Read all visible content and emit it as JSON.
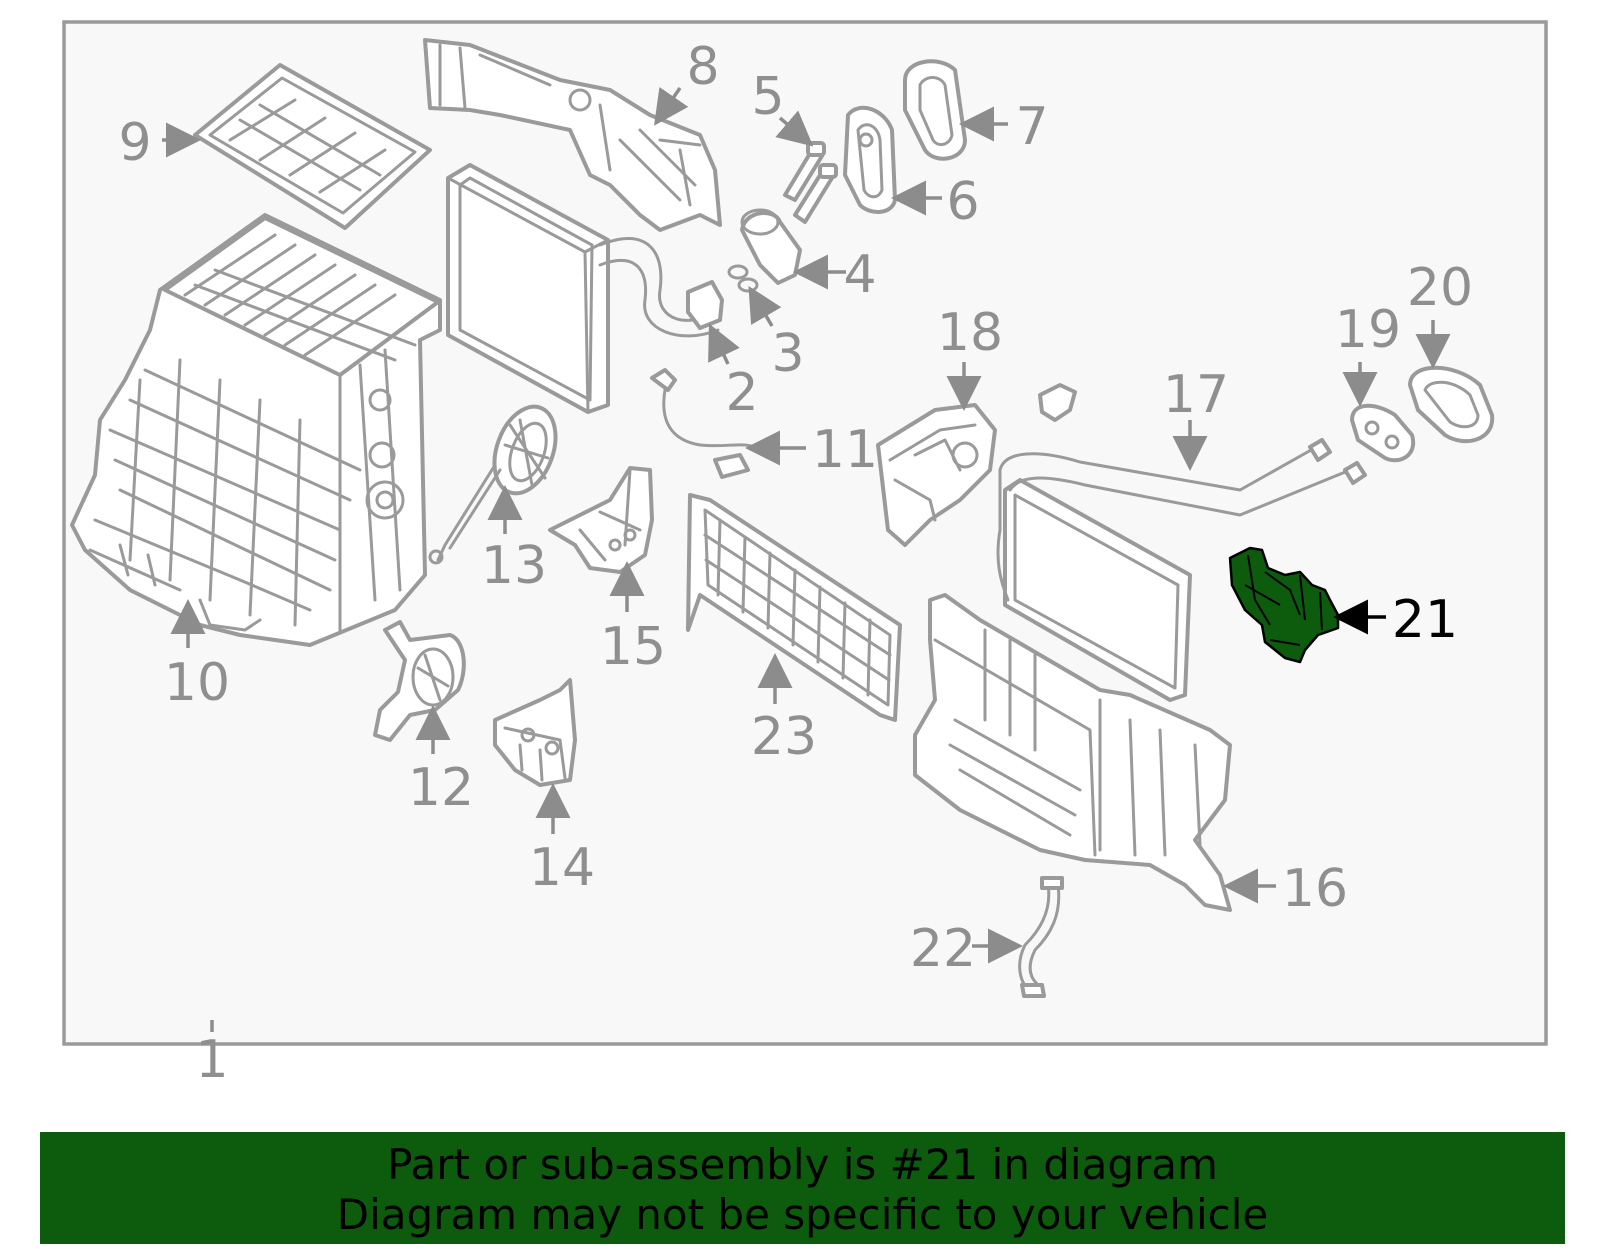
{
  "colors": {
    "banner_background": "#0d5c0d",
    "frame_background": "#f8f8f8",
    "part_stroke": "#9a9a9a",
    "highlight_fill": "#0d5c0d",
    "highlight_text": "#000000"
  },
  "callouts": {
    "c1": "1",
    "c2": "2",
    "c3": "3",
    "c4": "4",
    "c5": "5",
    "c6": "6",
    "c7": "7",
    "c8": "8",
    "c9": "9",
    "c10": "10",
    "c11": "11",
    "c12": "12",
    "c13": "13",
    "c14": "14",
    "c15": "15",
    "c16": "16",
    "c17": "17",
    "c18": "18",
    "c19": "19",
    "c20": "20",
    "c21": "21",
    "c22": "22",
    "c23": "23"
  },
  "highlighted_part": "21",
  "banner": {
    "line1": "Part or sub-assembly is #21 in diagram",
    "line2": "Diagram may not be specific to your vehicle"
  }
}
